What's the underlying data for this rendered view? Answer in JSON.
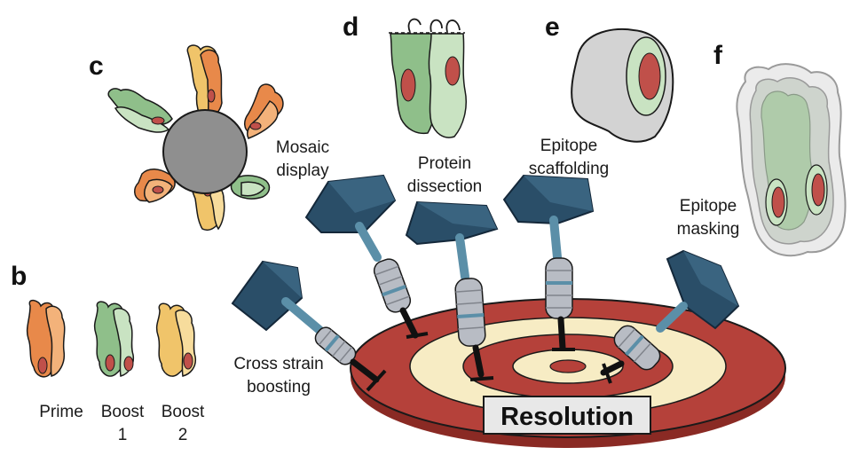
{
  "panels": {
    "b": {
      "letter": "b",
      "labels": {
        "prime": "Prime",
        "boost1_a": "Boost",
        "boost1_b": "1",
        "boost2_a": "Boost",
        "boost2_b": "2"
      }
    },
    "c": {
      "letter": "c",
      "label_line1": "Mosaic",
      "label_line2": "display"
    },
    "d": {
      "letter": "d",
      "label_line1": "Protein",
      "label_line2": "dissection"
    },
    "e": {
      "letter": "e",
      "label_line1": "Epitope",
      "label_line2": "scaffolding"
    },
    "f": {
      "letter": "f",
      "label_line1": "Epitope",
      "label_line2": "masking"
    }
  },
  "darts": {
    "cross_strain": {
      "line1": "Cross strain",
      "line2": "boosting"
    }
  },
  "target": {
    "label": "Resolution"
  },
  "colors": {
    "orange": "#e8894a",
    "orange_light": "#f3b27a",
    "green": "#8fbf8a",
    "green_light": "#c9e3c2",
    "yellow": "#f0c46a",
    "epitope_red": "#c0504a",
    "dart_blue": "#2a4e68",
    "dart_shaft": "#5b8fa8",
    "barrel_gray": "#b8bcc4",
    "target_red": "#b5413a",
    "target_cream": "#f7ecc4",
    "sphere_gray": "#8f8f8f"
  }
}
